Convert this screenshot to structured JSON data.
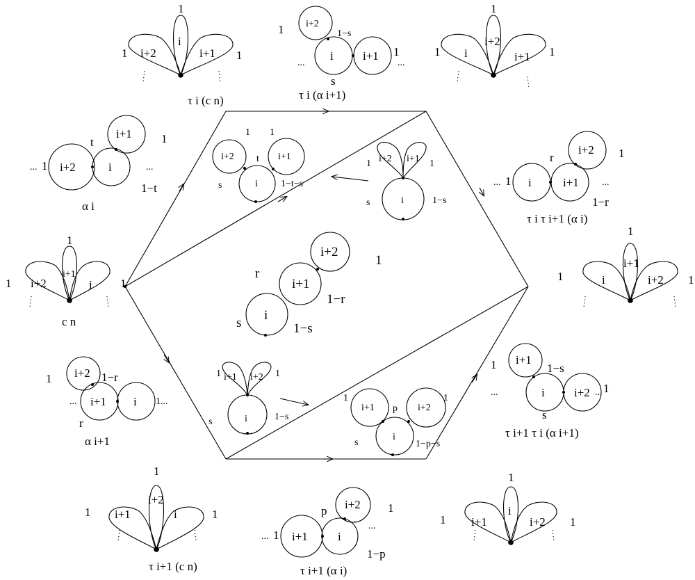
{
  "captions": {
    "tau_i_cn": "τ i (c n)",
    "tau_i_alpha_i1": "τ i (α i+1)",
    "alpha_i": "α i",
    "tau_i_tau_i1_alpha_i": "τ i τ i+1 (α i)",
    "c_n": "c n",
    "alpha_i1": "α i+1",
    "tau_i1_tau_i_alpha_i1": "τ i+1 τ i (α i+1)",
    "tau_i1_cn": "τ i+1 (c n)",
    "tau_i1_alpha_i": "τ i+1 (α i)"
  },
  "labels": {
    "i": "i",
    "i1": "i+1",
    "i2": "i+2",
    "one": "1",
    "s": "s",
    "t": "t",
    "r": "r",
    "p": "p",
    "dots": "...",
    "one_minus_s": "1−s",
    "one_minus_t": "1−t",
    "one_minus_r": "1−r",
    "one_minus_p": "1−p",
    "one_minus_t_minus_s": "1−t−s",
    "one_minus_p_minus_s": "1−p−s"
  }
}
